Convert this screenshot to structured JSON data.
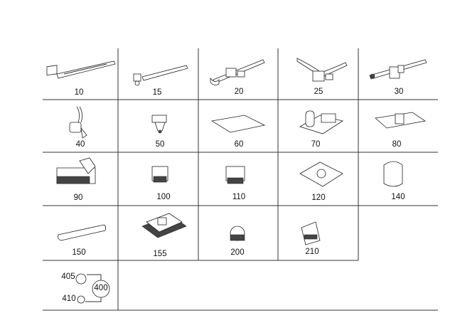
{
  "catalog": {
    "parts": [
      {
        "id": "10"
      },
      {
        "id": "15"
      },
      {
        "id": "20"
      },
      {
        "id": "25"
      },
      {
        "id": "30"
      },
      {
        "id": "40"
      },
      {
        "id": "50"
      },
      {
        "id": "60"
      },
      {
        "id": "70"
      },
      {
        "id": "80"
      },
      {
        "id": "90"
      },
      {
        "id": "100"
      },
      {
        "id": "110"
      },
      {
        "id": "120"
      },
      {
        "id": "140"
      },
      {
        "id": "150"
      },
      {
        "id": "155"
      },
      {
        "id": "200"
      },
      {
        "id": "210"
      }
    ],
    "assembly": {
      "label_top": "405",
      "label_bottom": "410",
      "label_group": "400"
    }
  }
}
